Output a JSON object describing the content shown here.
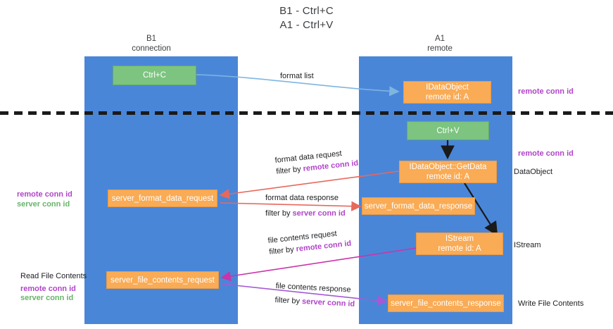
{
  "title": {
    "line1": "B1 - Ctrl+C",
    "line2": "A1 - Ctrl+V"
  },
  "colors": {
    "lane": "#4a86d8",
    "green_box": "#7cc47f",
    "orange_box": "#f9ab55",
    "remote_conn_id": "#b144c9",
    "server_conn_id": "#68b46a",
    "arrow_format_list": "#7eb6e0",
    "arrow_black": "#1a1a1a",
    "arrow_red": "#e8685c",
    "arrow_magenta": "#cc33aa",
    "arrow_violet": "#a45ad4"
  },
  "columns": [
    {
      "name": "col-b1",
      "line1": "B1",
      "line2": "connection"
    },
    {
      "name": "col-a1",
      "line1": "A1",
      "line2": "remote"
    }
  ],
  "boxes": {
    "ctrl_c": {
      "line1": "Ctrl+C",
      "line2": ""
    },
    "idataobject_top": {
      "line1": "IDataObject",
      "line2": "remote id: A"
    },
    "ctrl_v": {
      "line1": "Ctrl+V",
      "line2": ""
    },
    "getdata": {
      "line1": "IDataObject::GetData",
      "line2": "remote id: A"
    },
    "server_format_data_request": {
      "line1": "server_format_data_request",
      "line2": ""
    },
    "server_format_data_response": {
      "line1": "server_format_data_response",
      "line2": ""
    },
    "istream": {
      "line1": "IStream",
      "line2": "remote id: A"
    },
    "server_file_contents_request": {
      "line1": "server_file_contents_request",
      "line2": ""
    },
    "server_file_contents_response": {
      "line1": "server_file_contents_response",
      "line2": ""
    }
  },
  "edge_labels": {
    "format_list": "format list",
    "format_data_request": "format data request",
    "format_data_request_filter_prefix": "filter by ",
    "format_data_request_filter_key": "remote conn id",
    "format_data_response": "format data response",
    "format_data_response_filter_prefix": "filter by ",
    "format_data_response_filter_key": "server conn id",
    "file_contents_request": "file contents request",
    "file_contents_request_filter_prefix": "filter by ",
    "file_contents_request_filter_key": "remote conn id",
    "file_contents_response": "file contents response",
    "file_contents_response_filter_prefix": "filter by ",
    "file_contents_response_filter_key": "server conn id"
  },
  "side_labels": {
    "right_remote_conn_id_top": "remote conn id",
    "right_remote_conn_id_mid": "remote conn id",
    "right_dataobject": "DataObject",
    "right_istream": "IStream",
    "right_write_file_contents": "Write File Contents",
    "left_remote_conn_id_mid": "remote conn id",
    "left_server_conn_id_mid": "server conn id",
    "left_read_file_contents": "Read File Contents",
    "left_remote_conn_id_bottom": "remote conn id",
    "left_server_conn_id_bottom": "server conn id"
  }
}
